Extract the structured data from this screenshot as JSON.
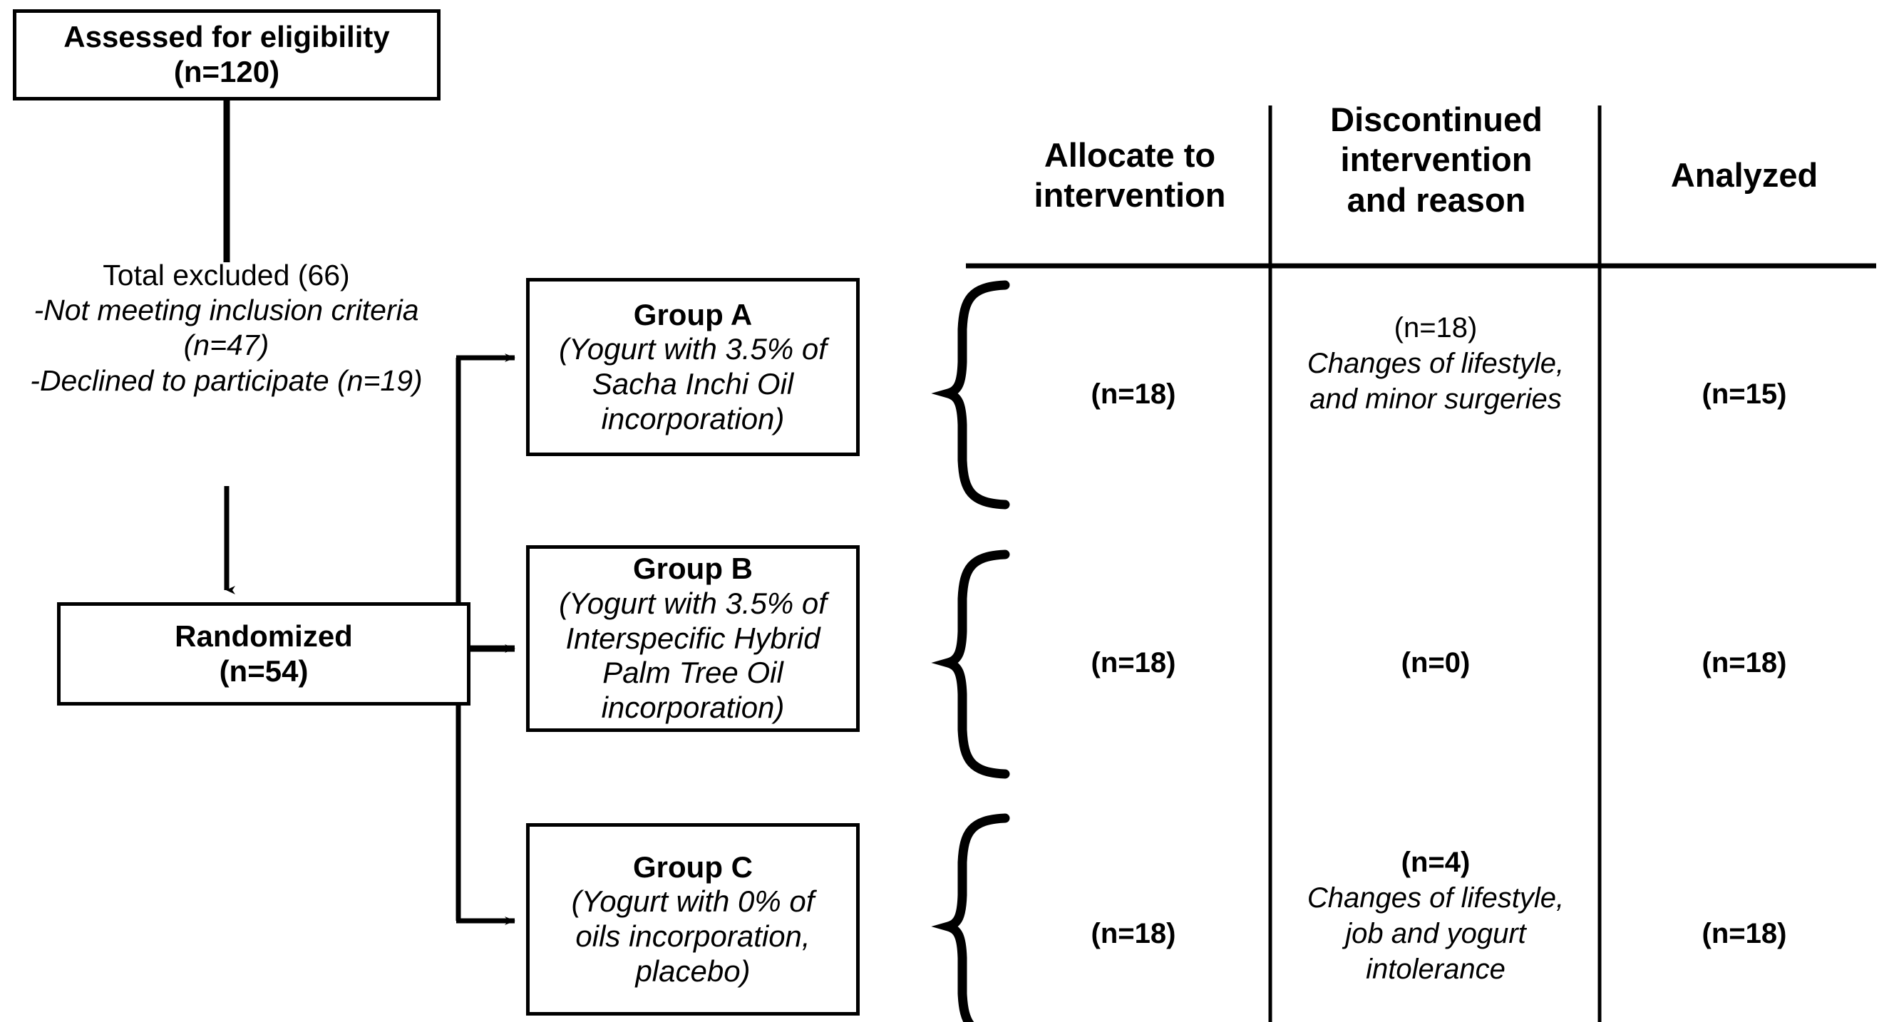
{
  "diagram": {
    "type": "consort-flow-diagram",
    "enrollment": {
      "assessed": {
        "title": "Assessed for eligibility",
        "count": "(n=120)"
      },
      "excluded": {
        "total": "Total excluded (66)",
        "reasons": [
          "-Not meeting inclusion criteria (n=47)",
          "-Declined to participate (n=19)"
        ]
      },
      "randomized": {
        "title": "Randomized",
        "count": "(n=54)"
      }
    },
    "columns": [
      {
        "id": "allocate",
        "label": "Allocate to\nintervention"
      },
      {
        "id": "discontinued",
        "label": "Discontinued\nintervention\nand reason"
      },
      {
        "id": "analyzed",
        "label": "Analyzed"
      }
    ],
    "arms": [
      {
        "id": "group-a",
        "title": "Group A",
        "description": "(Yogurt with 3.5% of\nSacha Inchi Oil\nincorporation)",
        "allocated": "(n=18)",
        "discontinued_count": "(n=18)",
        "discontinued_reason": "Changes of lifestyle,\nand minor surgeries",
        "analyzed": "(n=15)"
      },
      {
        "id": "group-b",
        "title": "Group B",
        "description": "(Yogurt with 3.5% of\nInterspecific Hybrid\nPalm Tree Oil\nincorporation)",
        "allocated": "(n=18)",
        "discontinued_count": "(n=0)",
        "discontinued_reason": "",
        "analyzed": "(n=18)"
      },
      {
        "id": "group-c",
        "title": "Group C",
        "description": "(Yogurt with 0% of\noils incorporation,\nplacebo)",
        "allocated": "(n=18)",
        "discontinued_count": "(n=4)",
        "discontinued_reason": "Changes of lifestyle,\njob and yogurt\nintolerance",
        "analyzed": "(n=18)"
      }
    ],
    "colors": {
      "stroke": "#000000",
      "background": "#ffffff",
      "text": "#000000"
    }
  }
}
